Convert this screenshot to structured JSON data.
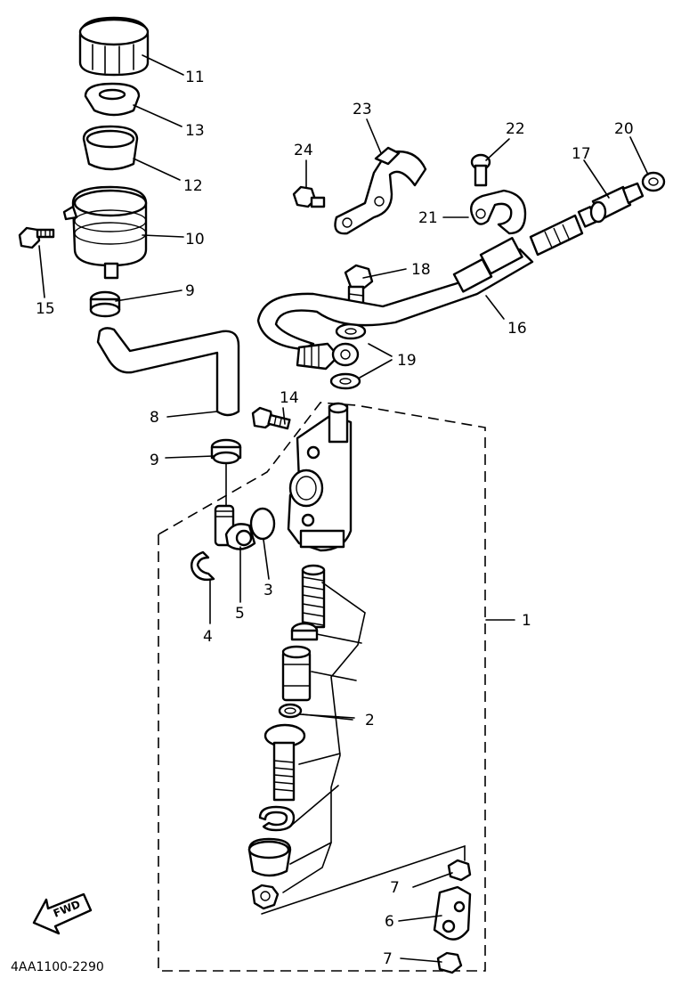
{
  "diagram_code": "4AA1100-2290",
  "fwd_label": "FWD",
  "labels": {
    "l1": "1",
    "l2": "2",
    "l3": "3",
    "l4": "4",
    "l5": "5",
    "l6": "6",
    "l7a": "7",
    "l7b": "7",
    "l8": "8",
    "l9a": "9",
    "l9b": "9",
    "l10": "10",
    "l11": "11",
    "l12": "12",
    "l13": "13",
    "l14": "14",
    "l15": "15",
    "l16": "16",
    "l17": "17",
    "l18": "18",
    "l19": "19",
    "l20": "20",
    "l21": "21",
    "l22": "22",
    "l23": "23",
    "l24": "24"
  }
}
